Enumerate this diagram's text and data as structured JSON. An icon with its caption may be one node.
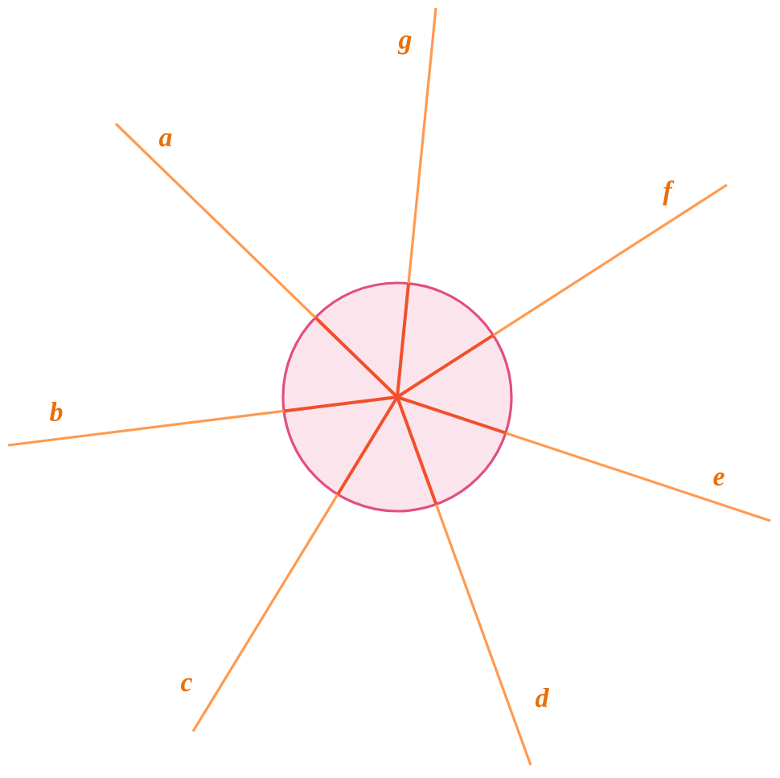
{
  "diagram": {
    "labels": [
      "g",
      "a",
      "f",
      "b",
      "e",
      "c",
      "d"
    ]
  }
}
